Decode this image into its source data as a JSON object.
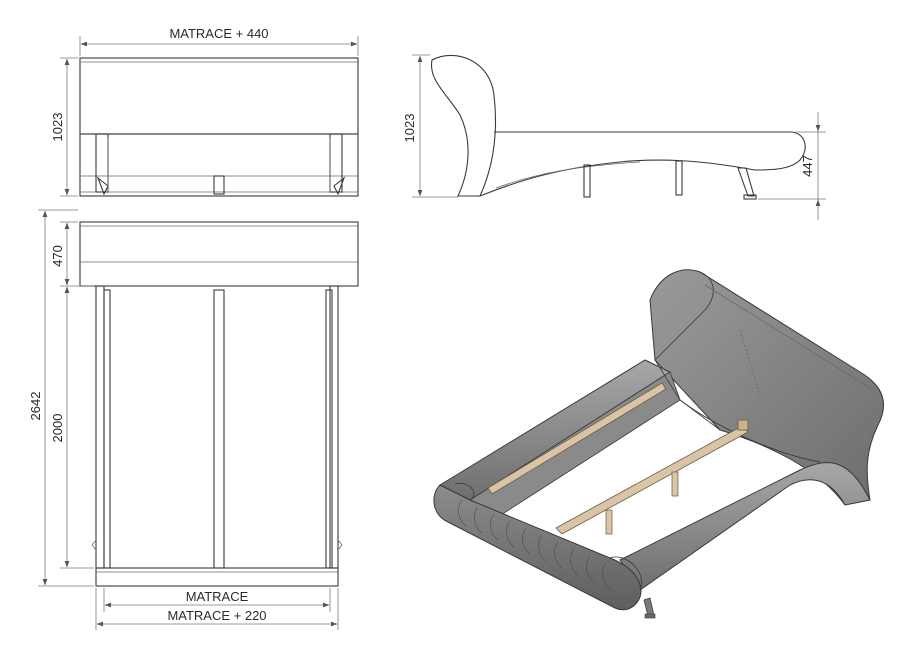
{
  "drawing": {
    "front_view": {
      "width_label": "MATRACE + 440",
      "height_label": "1023"
    },
    "side_view": {
      "height_label": "1023",
      "frame_height_label": "447"
    },
    "top_view": {
      "total_length_label": "2642",
      "mattress_length_label": "2000",
      "headboard_depth_label": "470",
      "mattress_width_label": "MATRACE",
      "outer_width_label": "MATRACE + 220"
    },
    "iso_view": {}
  }
}
